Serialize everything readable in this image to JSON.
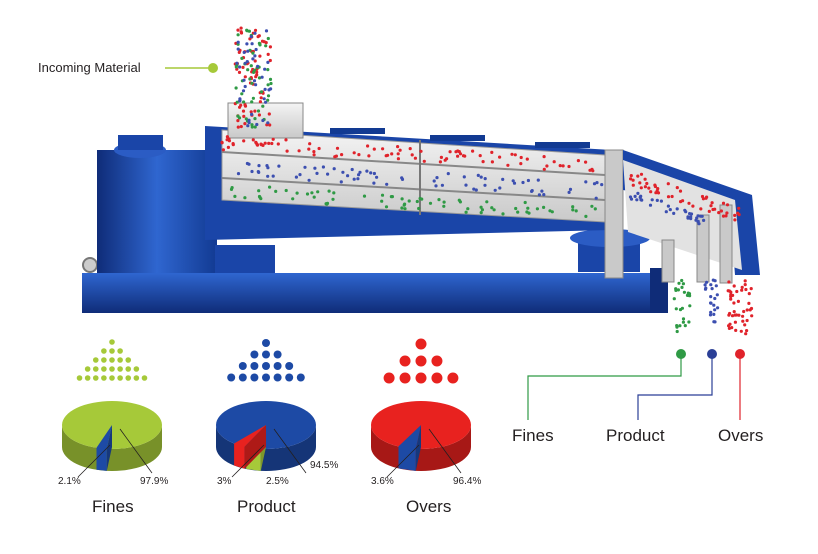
{
  "diagram": {
    "incoming_label": "Incoming Material",
    "outlets": [
      {
        "key": "fines",
        "label": "Fines",
        "color": "#2f9a45"
      },
      {
        "key": "product",
        "label": "Product",
        "color": "#2b3f96"
      },
      {
        "key": "overs",
        "label": "Overs",
        "color": "#e0232b"
      }
    ]
  },
  "colors": {
    "machine_blue": "#1a45a8",
    "machine_dark": "#0f2c78",
    "fines_green": "#a6c939",
    "product_blue": "#1d4aa5",
    "overs_red": "#e8221f",
    "particle_green": "#2f9a45",
    "particle_blue": "#3c4fb0",
    "particle_red": "#e0232b"
  },
  "chart_data": [
    {
      "type": "pie",
      "title": "Fines",
      "slices": [
        {
          "label": "2.1%",
          "value": 2.1,
          "color": "#1d4aa5"
        },
        {
          "label": "97.9%",
          "value": 97.9,
          "color": "#a6c939"
        }
      ]
    },
    {
      "type": "pie",
      "title": "Product",
      "slices": [
        {
          "label": "3%",
          "value": 3,
          "color": "#a6c939"
        },
        {
          "label": "2.5%",
          "value": 2.5,
          "color": "#e8221f"
        },
        {
          "label": "94.5%",
          "value": 94.5,
          "color": "#1d4aa5"
        }
      ]
    },
    {
      "type": "pie",
      "title": "Overs",
      "slices": [
        {
          "label": "3.6%",
          "value": 3.6,
          "color": "#1d4aa5"
        },
        {
          "label": "96.4%",
          "value": 96.4,
          "color": "#e8221f"
        }
      ]
    }
  ]
}
